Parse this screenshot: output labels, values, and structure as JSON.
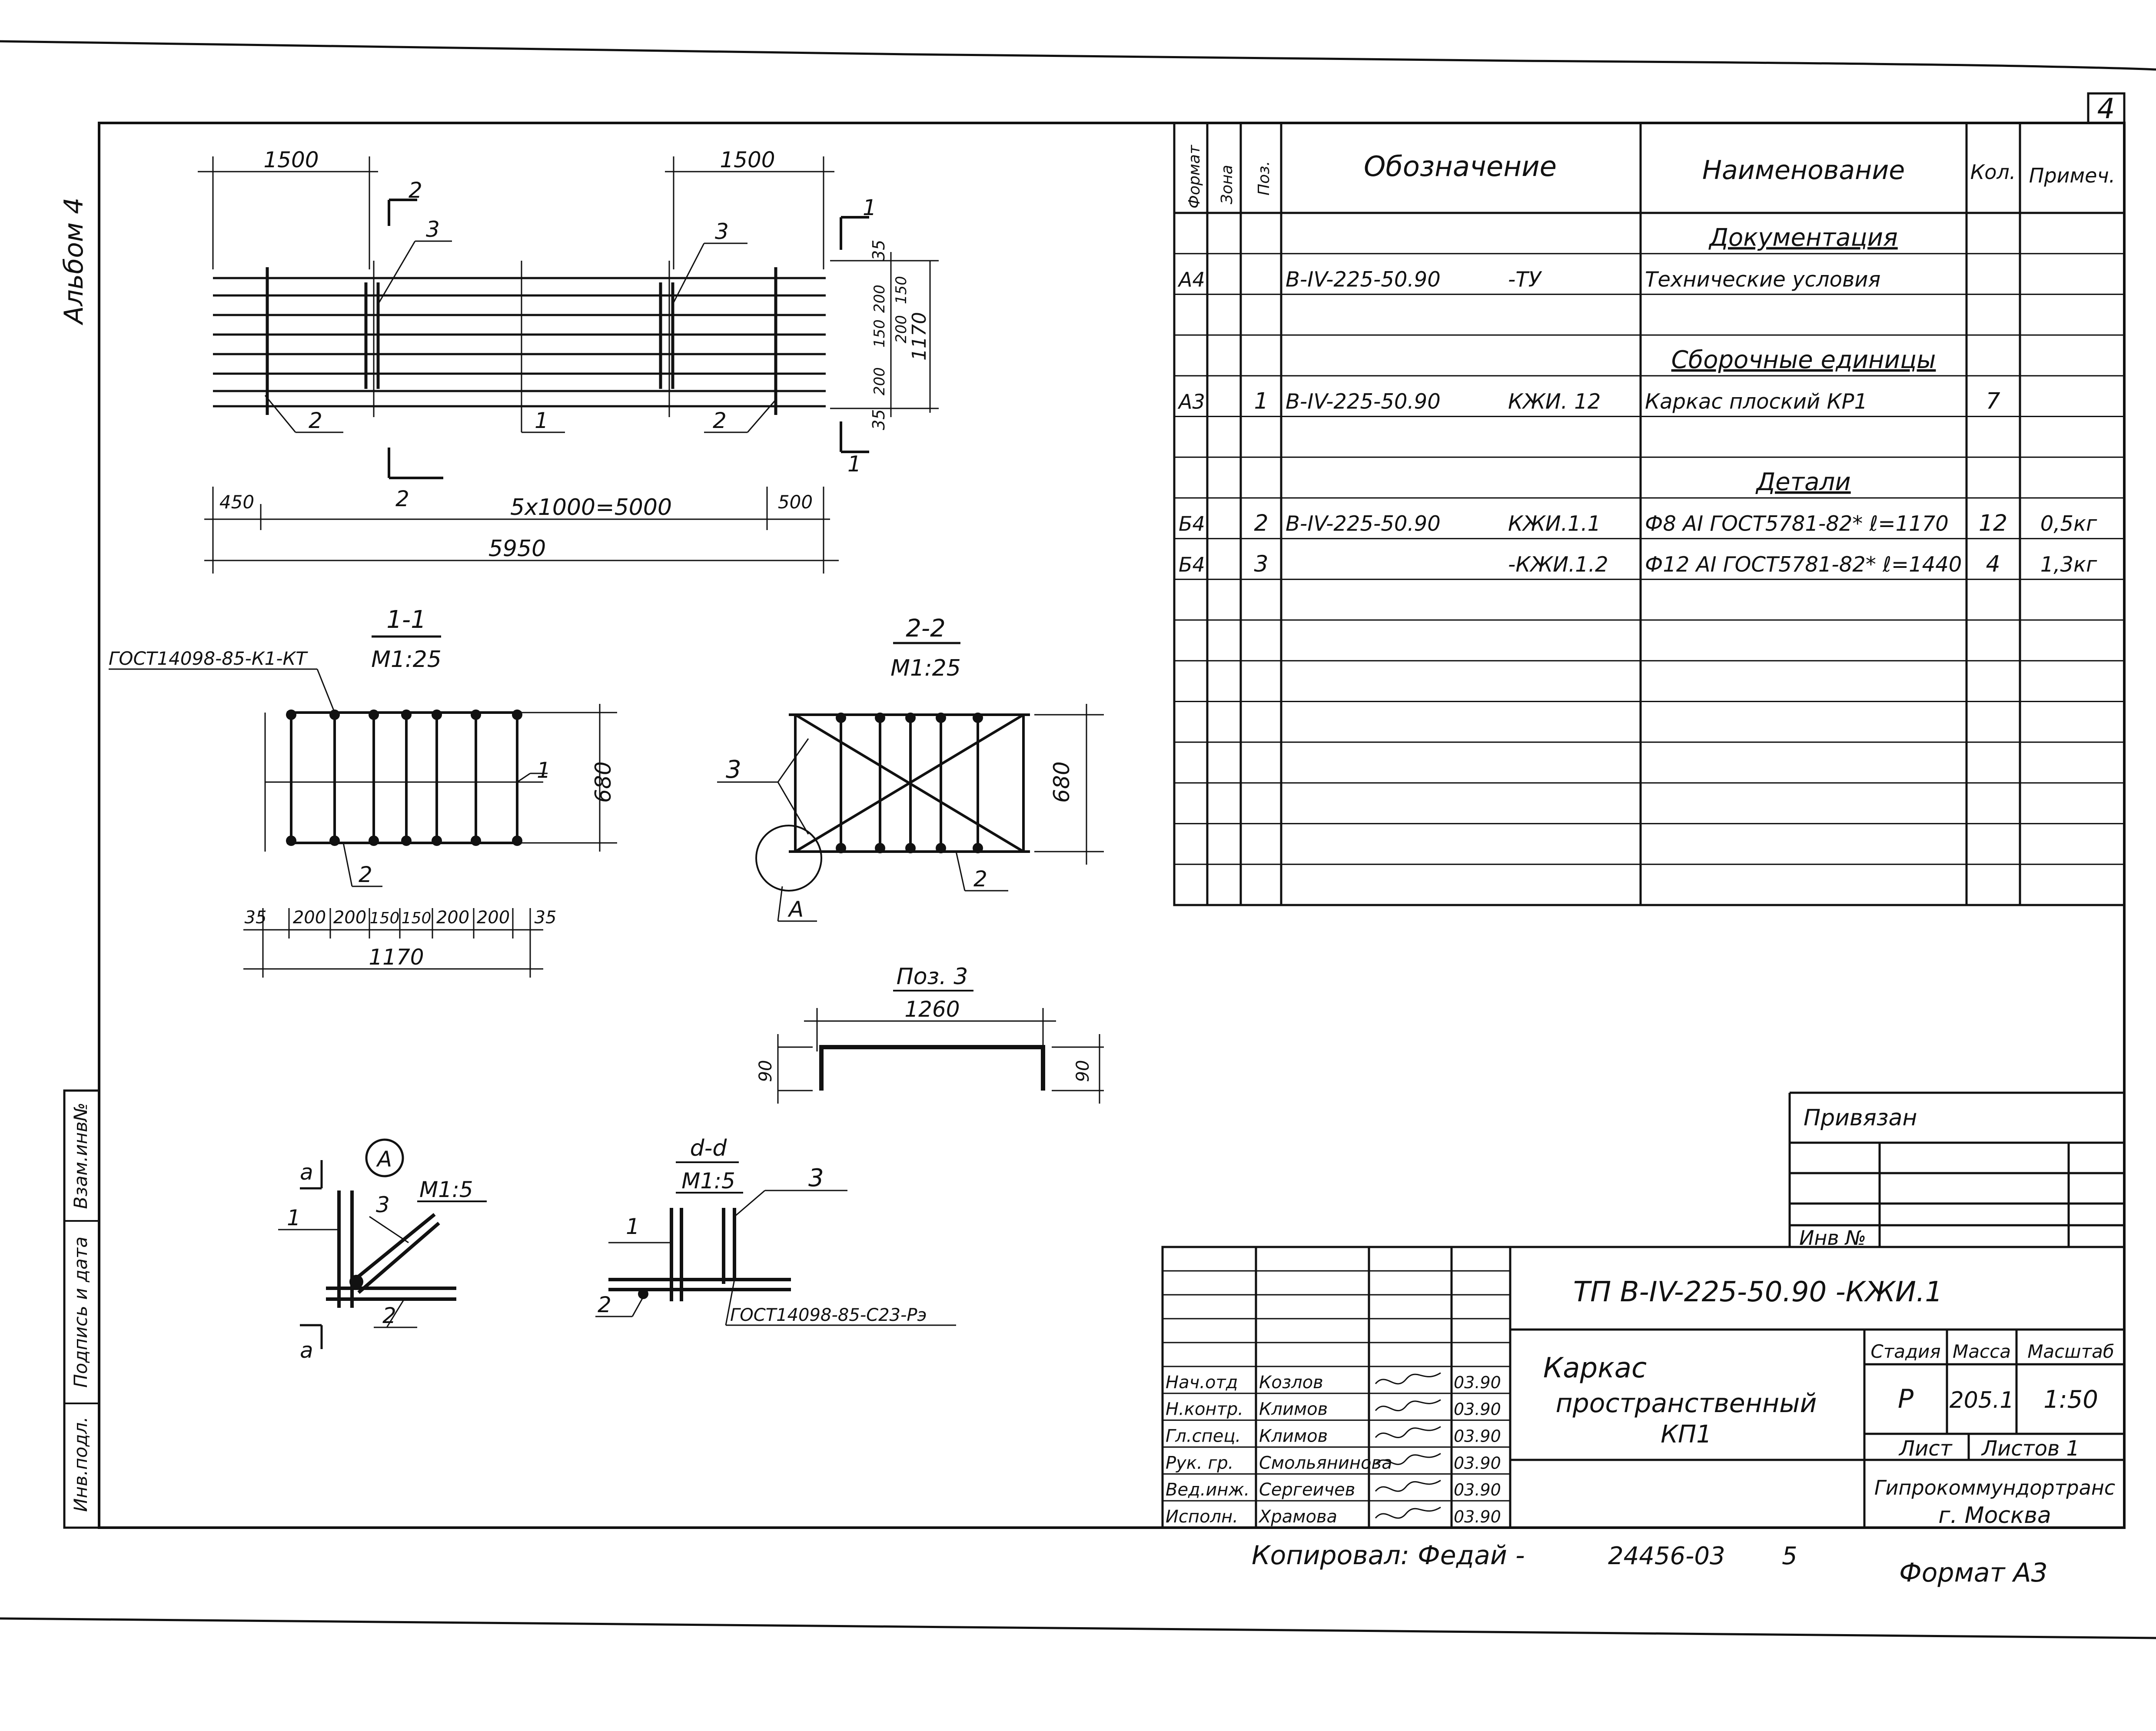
{
  "sheet_number": "4",
  "album_label": "Альбом 4",
  "plan": {
    "dim_left": "1500",
    "dim_right": "1500",
    "section_marks": {
      "s1": "1",
      "s2": "2"
    },
    "callouts": {
      "c1": "1",
      "c2": "2",
      "c3": "3"
    },
    "dims_right": {
      "top": "35",
      "d1": "200",
      "d2": "150",
      "d3": "200",
      "d4": "150",
      "d5": "200",
      "bottom": "35",
      "total": "1170"
    },
    "dim_start": "450",
    "dim_main": "5x1000=5000",
    "dim_end": "500",
    "dim_total": "5950"
  },
  "section_1_1": {
    "title": "1-1",
    "scale": "М1:25",
    "gost_label": "ГОСТ14098-85-К1-КТ",
    "height_dim": "680",
    "callout_1": "1",
    "callout_2": "2",
    "bottom_dims": [
      "35",
      "200",
      "200",
      "150",
      "150",
      "200",
      "200",
      "35"
    ],
    "total": "1170"
  },
  "section_2_2": {
    "title": "2-2",
    "scale": "М1:25",
    "height_dim": "680",
    "callout_3": "3",
    "callout_2": "2",
    "node_label": "А"
  },
  "pos3": {
    "title": "Поз. 3",
    "length": "1260",
    "left_leg": "90",
    "right_leg": "90"
  },
  "node_a": {
    "mark": "а",
    "node": "А",
    "scale": "М1:5",
    "callout_1": "1",
    "callout_2": "2",
    "callout_3": "3"
  },
  "section_d": {
    "title": "d-d",
    "scale": "М1:5",
    "callout_1": "1",
    "callout_2": "2",
    "callout_3": "3",
    "gost_label": "ГОСТ14098-85-С23-Рэ"
  },
  "spec_table": {
    "headers": {
      "format": "Формат",
      "zone": "Зона",
      "pos": "Поз.",
      "designation": "Обозначение",
      "name": "Наименование",
      "qty": "Кол.",
      "note": "Примеч."
    },
    "rows": [
      {
        "format": "",
        "pos": "",
        "designation": "",
        "code": "",
        "name": "Документация",
        "qty": "",
        "note": "",
        "heading": true
      },
      {
        "format": "А4",
        "pos": "",
        "designation": "В-IV-225-50.90",
        "code": "-ТУ",
        "name": "Технические условия",
        "qty": "",
        "note": ""
      },
      {
        "format": "",
        "pos": "",
        "designation": "",
        "code": "",
        "name": "",
        "qty": "",
        "note": ""
      },
      {
        "format": "",
        "pos": "",
        "designation": "",
        "code": "",
        "name": "Сборочные единицы",
        "qty": "",
        "note": "",
        "heading": true
      },
      {
        "format": "А3",
        "pos": "1",
        "designation": "В-IV-225-50.90",
        "code": "КЖИ. 12",
        "name": "Каркас плоский КР1",
        "qty": "7",
        "note": ""
      },
      {
        "format": "",
        "pos": "",
        "designation": "",
        "code": "",
        "name": "",
        "qty": "",
        "note": ""
      },
      {
        "format": "",
        "pos": "",
        "designation": "",
        "code": "",
        "name": "Детали",
        "qty": "",
        "note": "",
        "heading": true
      },
      {
        "format": "Б4",
        "pos": "2",
        "designation": "В-IV-225-50.90",
        "code": "КЖИ.1.1",
        "name": "Ф8 АI ГОСТ5781-82* ℓ=1170",
        "qty": "12",
        "note": "0,5кг"
      },
      {
        "format": "Б4",
        "pos": "3",
        "designation": "",
        "code": "-КЖИ.1.2",
        "name": "Ф12 АI ГОСТ5781-82* ℓ=1440",
        "qty": "4",
        "note": "1,3кг"
      },
      {
        "format": "",
        "pos": "",
        "designation": "",
        "code": "",
        "name": "",
        "qty": "",
        "note": ""
      },
      {
        "format": "",
        "pos": "",
        "designation": "",
        "code": "",
        "name": "",
        "qty": "",
        "note": ""
      },
      {
        "format": "",
        "pos": "",
        "designation": "",
        "code": "",
        "name": "",
        "qty": "",
        "note": ""
      },
      {
        "format": "",
        "pos": "",
        "designation": "",
        "code": "",
        "name": "",
        "qty": "",
        "note": ""
      },
      {
        "format": "",
        "pos": "",
        "designation": "",
        "code": "",
        "name": "",
        "qty": "",
        "note": ""
      },
      {
        "format": "",
        "pos": "",
        "designation": "",
        "code": "",
        "name": "",
        "qty": "",
        "note": ""
      },
      {
        "format": "",
        "pos": "",
        "designation": "",
        "code": "",
        "name": "",
        "qty": "",
        "note": ""
      },
      {
        "format": "",
        "pos": "",
        "designation": "",
        "code": "",
        "name": "",
        "qty": "",
        "note": ""
      }
    ]
  },
  "privyazan": {
    "label": "Привязан",
    "inv_label": "Инв №"
  },
  "side_stamp": {
    "vzam": "Взам.инв№",
    "podpis": "Подпись и дата",
    "inv_podl": "Инв.подл."
  },
  "title_block": {
    "code": "ТП  В-IV-225-50.90   -КЖИ.1",
    "name_lines": [
      "Каркас",
      "пространственный",
      "КП1"
    ],
    "stage_label": "Стадия",
    "mass_label": "Масса",
    "scale_label": "Масштаб",
    "stage": "Р",
    "mass": "205.1",
    "scale": "1:50",
    "sheet_label": "Лист",
    "sheets_label": "Листов 1",
    "org_line1": "Гипрокоммундортранс",
    "org_line2": "г. Москва",
    "people": [
      {
        "role": "Нач.отд",
        "name": "Козлов",
        "date": "03.90"
      },
      {
        "role": "Н.контр.",
        "name": "Климов",
        "date": "03.90"
      },
      {
        "role": "Гл.спец.",
        "name": "Климов",
        "date": "03.90"
      },
      {
        "role": "Рук. гр.",
        "name": "Смольянинова",
        "date": "03.90"
      },
      {
        "role": "Вед.инж.",
        "name": "Сергеичев",
        "date": "03.90"
      },
      {
        "role": "Исполн.",
        "name": "Храмова",
        "date": "03.90"
      }
    ]
  },
  "footer": {
    "copied": "Копировал: Федай -",
    "number": "24456-03",
    "page": "5",
    "format": "Формат А3"
  }
}
